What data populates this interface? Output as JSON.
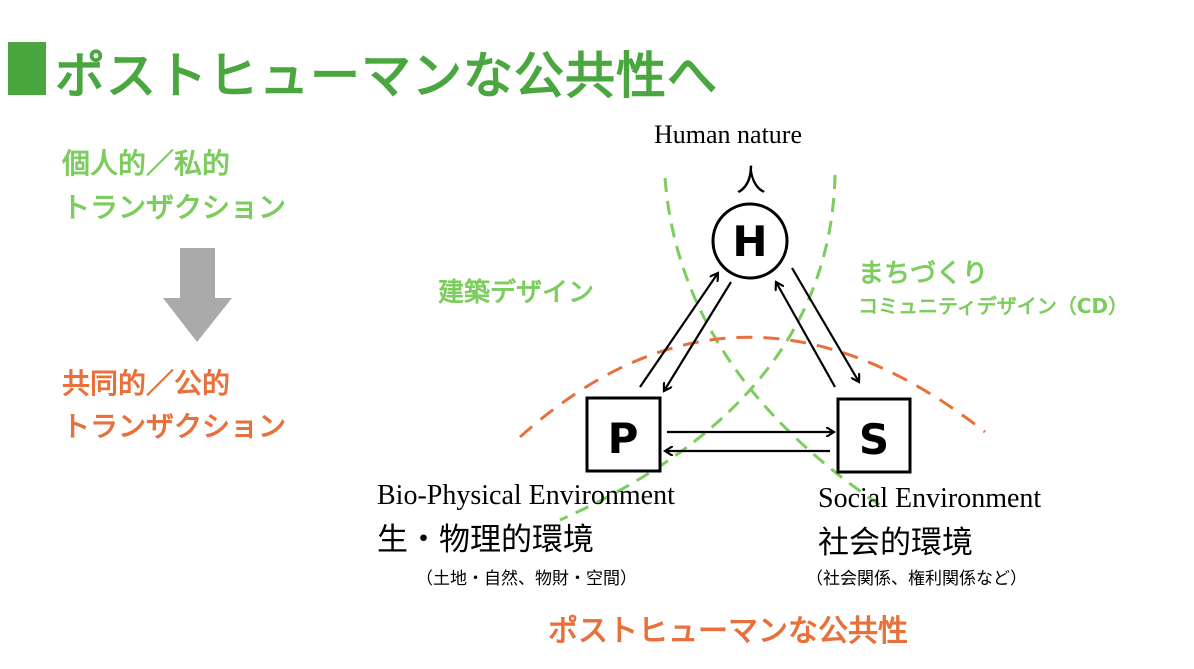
{
  "title": "ポストヒューマンな公共性へ",
  "left": {
    "private_line1": "個人的／私的",
    "private_line2": "トランザクション",
    "public_line1": "共同的／公的",
    "public_line2": "トランザクション"
  },
  "diagram": {
    "h_label_en": "Human nature",
    "h_label_jp": "人",
    "h_letter": "H",
    "p_letter": "P",
    "s_letter": "S",
    "architecture": "建築デザイン",
    "machizukuri": "まちづくり",
    "community_design": "コミュニティデザイン（CD）",
    "p_label_en": "Bio-Physical Environment",
    "p_label_jp": "生・物理的環境",
    "p_label_sub": "（土地・自然、物財・空間）",
    "s_label_en": "Social Environment",
    "s_label_jp": "社会的環境",
    "s_label_sub": "（社会関係、権利関係など）",
    "bottom": "ポストヒューマンな公共性"
  },
  "colors": {
    "title_green": "#4aa63f",
    "light_green": "#7ccc5e",
    "orange": "#e8703a",
    "gray_arrow": "#aaaaaa"
  }
}
